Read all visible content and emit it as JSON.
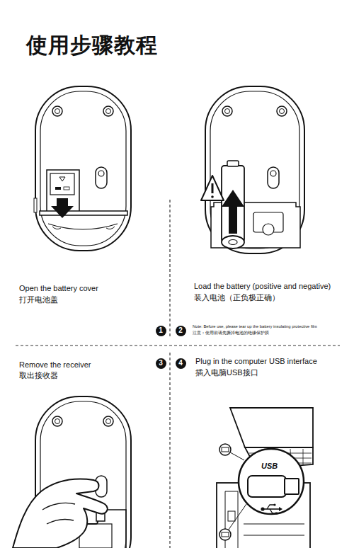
{
  "diagram": {
    "title": "使用步骤教程",
    "nodes": [
      {
        "text": [
          "1"
        ]
      },
      {
        "text": [
          "2"
        ]
      },
      {
        "text": [
          "3"
        ]
      },
      {
        "text": [
          "4"
        ]
      }
    ],
    "labels": [
      "Open the battery cover",
      "打开电池盖",
      "Load the battery (positive and negative)",
      "装入电池（正负极正确）",
      "Note: Before use, please tear up the battery insulating protective film",
      "注意：使用前请先撕掉电池的绝缘保护膜",
      "Remove the receiver",
      "取出接收器",
      "Plug in the computer USB interface",
      "插入电脑USB接口",
      "USB"
    ]
  }
}
